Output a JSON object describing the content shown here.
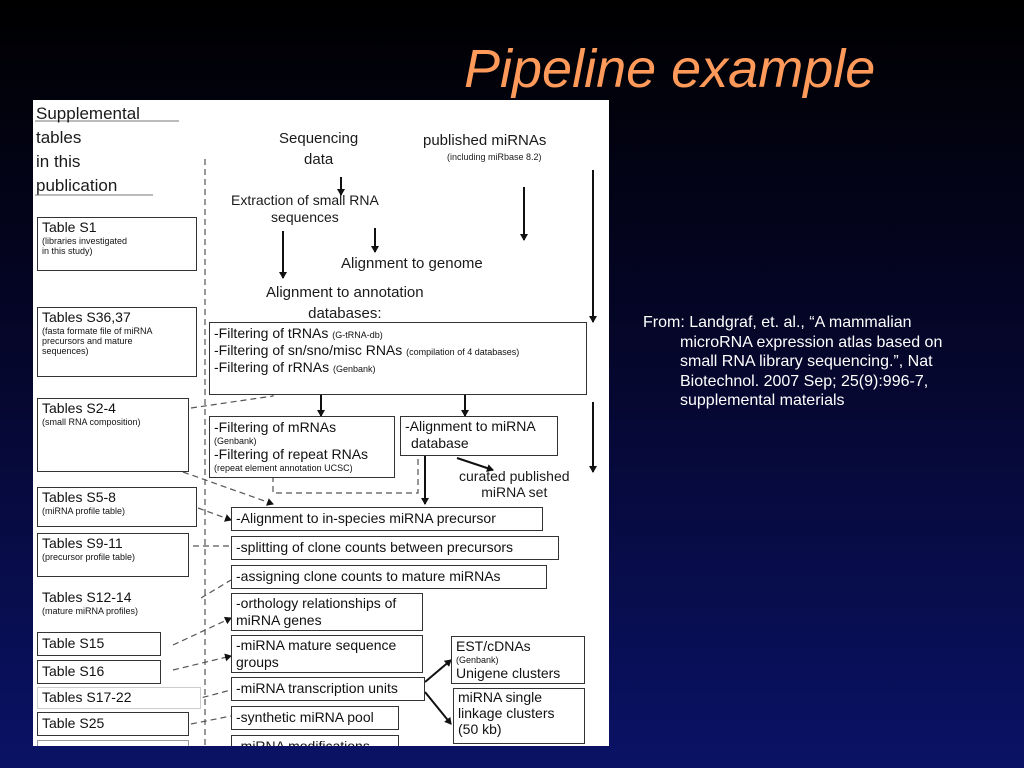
{
  "slide": {
    "title": "Pipeline example",
    "citation_lines": [
      "From: Landgraf, et. al., “A mammalian",
      "microRNA expression atlas based on",
      "small RNA library sequencing.”, Nat",
      "Biotechnol. 2007 Sep; 25(9):996-7,",
      "supplemental materials"
    ]
  },
  "figure": {
    "header_lines": [
      "Supplemental",
      "tables",
      "in this",
      "publication"
    ],
    "inputs": {
      "sequencing": [
        "Sequencing",
        "data"
      ],
      "published": "published miRNAs",
      "published_sub": "(including miRbase 8.2)"
    },
    "steps": {
      "extraction": [
        "Extraction of small RNA",
        "sequences"
      ],
      "alignment_genome": "Alignment to genome",
      "alignment_annotation": [
        "Alignment to annotation",
        "databases:"
      ],
      "filter_trna": "-Filtering of tRNAs",
      "filter_trna_sub": "(G-tRNA-db)",
      "filter_sno": "-Filtering of sn/sno/misc RNAs",
      "filter_sno_sub": "(compilation of 4 databases)",
      "filter_rrna": "-Filtering of rRNAs",
      "filter_rrna_sub": "(Genbank)",
      "filter_mrna": "-Filtering of mRNAs",
      "filter_mrna_sub": "(Genbank)",
      "filter_repeat": "-Filtering of repeat RNAs",
      "filter_repeat_sub": "(repeat element annotation UCSC)",
      "align_mirna_db": [
        "-Alignment to miRNA",
        "database"
      ],
      "curated": [
        "curated published",
        "miRNA set"
      ],
      "align_precursor": "-Alignment to in-species miRNA precursor",
      "splitting": "-splitting of clone counts between precursors",
      "assigning": "-assigning clone counts to mature miRNAs",
      "orthology": [
        "-orthology relationships of",
        "miRNA genes"
      ],
      "mature_groups": [
        "-miRNA mature sequence",
        "groups"
      ],
      "transcription_units": "-miRNA transcription units",
      "synthetic_pool": "-synthetic miRNA pool",
      "modifications": "-miRNA modifications",
      "est": [
        "EST/cDNAs",
        "Unigene clusters"
      ],
      "est_sub": "(Genbank)",
      "linkage": [
        "miRNA single",
        "linkage clusters",
        "(50 kb)"
      ]
    },
    "tables": {
      "s1": "Table S1",
      "s1_sub": [
        "(libraries investigated",
        "in this study)"
      ],
      "s36": "Tables S36,37",
      "s36_sub": [
        "(fasta formate file of miRNA",
        "precursors and mature",
        "sequences)"
      ],
      "s2": "Tables S2-4",
      "s2_sub": "(small RNA composition)",
      "s5": "Tables S5-8",
      "s5_sub": "(miRNA profile table)",
      "s9": "Tables S9-11",
      "s9_sub": "(precursor profile table)",
      "s12": "Tables S12-14",
      "s12_sub": "(mature miRNA profiles)",
      "s15": "Table S15",
      "s16": "Table S16",
      "s17": "Tables S17-22",
      "s25": "Table S25"
    }
  }
}
